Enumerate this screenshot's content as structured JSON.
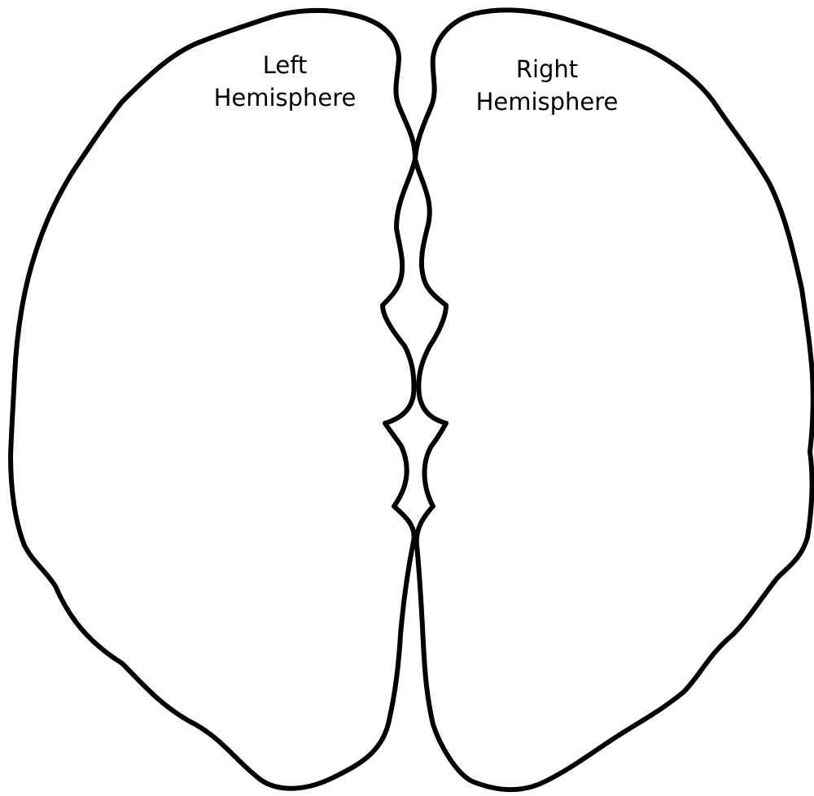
{
  "diagram": {
    "left_hemisphere": {
      "line1": "Left",
      "line2": "Hemisphere"
    },
    "right_hemisphere": {
      "line1": "Right",
      "line2": "Hemisphere"
    },
    "colors": {
      "stroke": "#000000",
      "background": "#ffffff"
    }
  }
}
